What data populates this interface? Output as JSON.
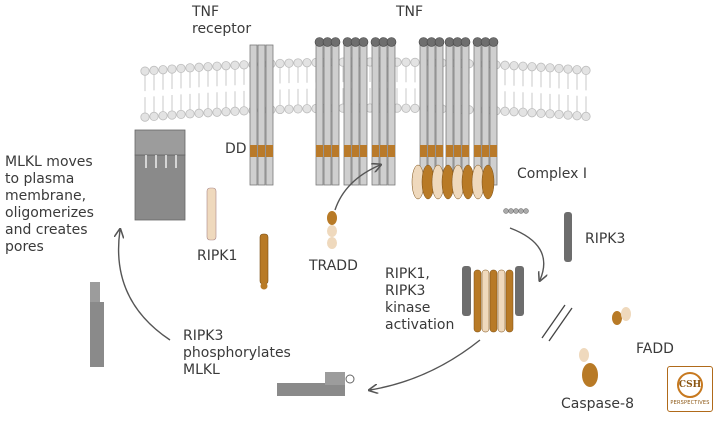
{
  "labels": {
    "tnf_receptor": [
      "TNF",
      "receptor"
    ],
    "tnf": "TNF",
    "dd": "DD",
    "complex1": "Complex I",
    "ripk1": "RIPK1",
    "tradd": "TRADD",
    "ripk3": "RIPK3",
    "activation": [
      "RIPK1,",
      "RIPK3",
      "kinase",
      "activation"
    ],
    "fadd": "FADD",
    "caspase8": "Caspase-8",
    "phosphorylates": [
      "RIPK3",
      "phosphorylates",
      "MLKL"
    ],
    "mlkl_moves": [
      "MLKL moves",
      "to plasma",
      "membrane,",
      "oligomerizes",
      "and creates",
      "pores"
    ]
  },
  "logo": {
    "text": "CSH",
    "sub": "PERSPECTIVES"
  },
  "colors": {
    "receptor": "#cfcfcf",
    "receptor_edge": "#7a7a7a",
    "dd_band": "#b97a2a",
    "tnf_ball": "#6e6e6e",
    "lipid": "#e3e3e3",
    "lipid_edge": "#bdbdbd",
    "ripk1": "#efd9bd",
    "ripk1_dark": "#b87a26",
    "mlkl": "#8a8a8a",
    "arrow": "#555555"
  }
}
